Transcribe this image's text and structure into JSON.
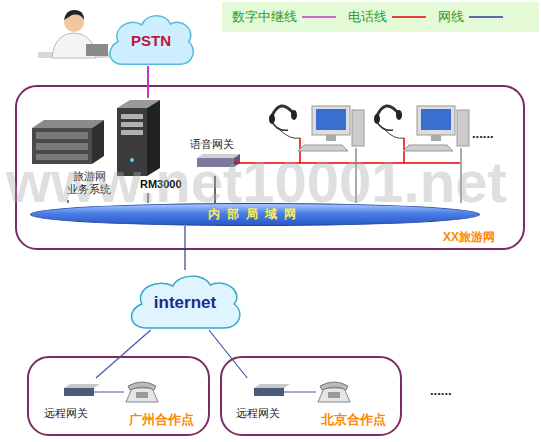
{
  "diagram": {
    "nodes": [
      {
        "text": [
          "PSTN"
        ]
      },
      {
        "text": [
          "XX旅游网"
        ]
      },
      {
        "text": [
          "旅游网 业务系统"
        ],
        "in": 1
      },
      {
        "text": [
          "RM3000"
        ],
        "in": 1
      },
      {
        "text": [
          "语音网关"
        ],
        "in": 1
      },
      {
        "text": [
          "内部局域网"
        ],
        "in": 1
      },
      {
        "text": [
          "internet"
        ]
      },
      {
        "text": [
          "广州合作点"
        ]
      },
      {
        "text": [
          "远程网关"
        ],
        "in": 7
      },
      {
        "text": [
          "北京合作点"
        ]
      },
      {
        "text": [
          "远程网关"
        ],
        "in": 9
      }
    ],
    "edges": [
      {
        "from": 0,
        "to": 3,
        "arrow": "none"
      },
      {
        "from": 2,
        "to": 5,
        "arrow": "none"
      },
      {
        "from": 3,
        "to": 5,
        "arrow": "none"
      },
      {
        "from": 4,
        "to": 5,
        "arrow": "none"
      },
      {
        "from": 5,
        "to": 6,
        "arrow": "none"
      },
      {
        "from": 6,
        "to": 8,
        "arrow": "none"
      },
      {
        "from": 6,
        "to": 10,
        "arrow": "none"
      }
    ],
    "labels": [
      "......",
      "......",
      "www.net10001.net"
    ],
    "legend": [
      {
        "text": "数字中继线"
      },
      {
        "text": "电话线"
      },
      {
        "text": "网线"
      }
    ]
  }
}
